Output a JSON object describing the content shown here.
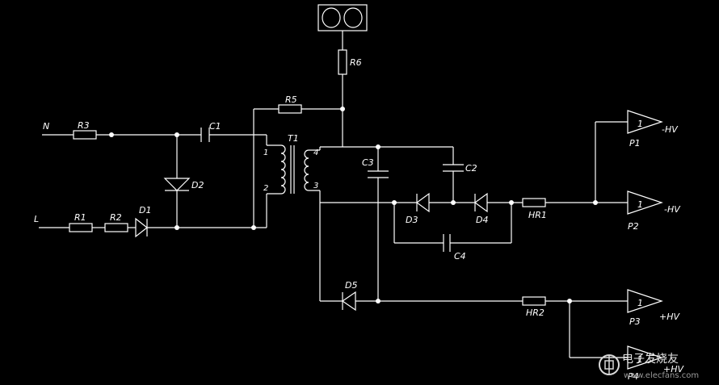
{
  "terminals": {
    "n": "N",
    "l": "L"
  },
  "resistors": {
    "r1": "R1",
    "r2": "R2",
    "r3": "R3",
    "r5": "R5",
    "r6": "R6",
    "hr1": "HR1",
    "hr2": "HR2"
  },
  "capacitors": {
    "c1": "C1",
    "c2": "C2",
    "c3": "C3",
    "c4": "C4"
  },
  "diodes": {
    "d1": "D1",
    "d2": "D2",
    "d3": "D3",
    "d4": "D4",
    "d5": "D5"
  },
  "transformer": {
    "label": "T1",
    "pin1": "1",
    "pin2": "2",
    "pin3": "3",
    "pin4": "4"
  },
  "outputs": [
    {
      "label": "P1",
      "polarity": "-HV",
      "symbol": "1"
    },
    {
      "label": "P2",
      "polarity": "-HV",
      "symbol": "1"
    },
    {
      "label": "P3",
      "polarity": "+HV",
      "symbol": "1"
    },
    {
      "label": "P4",
      "polarity": "+HV",
      "symbol": "1"
    }
  ],
  "watermark": {
    "text": "电子发烧友",
    "url": "www.elecfans.com"
  },
  "colors": {
    "background": "#000000",
    "line": "#ffffff"
  }
}
